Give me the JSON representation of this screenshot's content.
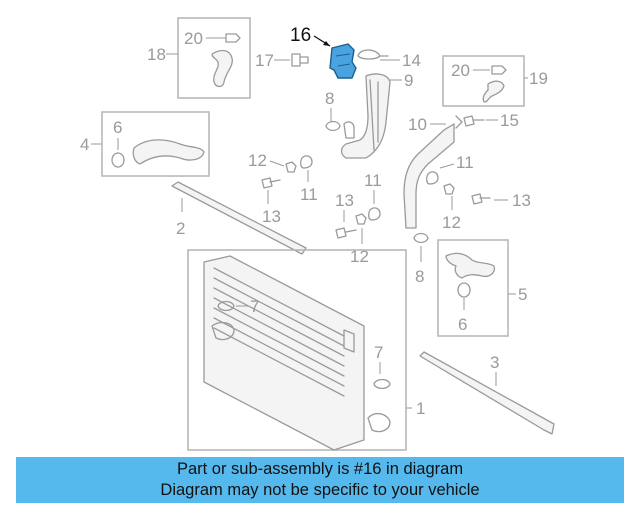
{
  "callouts": {
    "c1": "1",
    "c2": "2",
    "c3": "3",
    "c4": "4",
    "c5": "5",
    "c6a": "6",
    "c6b": "6",
    "c7a": "7",
    "c7b": "7",
    "c8a": "8",
    "c8b": "8",
    "c9": "9",
    "c10": "10",
    "c11a": "11",
    "c11b": "11",
    "c11c": "11",
    "c12a": "12",
    "c12b": "12",
    "c12c": "12",
    "c13a": "13",
    "c13b": "13",
    "c13c": "13",
    "c14": "14",
    "c15": "15",
    "c16": "16",
    "c17": "17",
    "c18": "18",
    "c19": "19",
    "c20a": "20",
    "c20b": "20"
  },
  "highlight_color": "#4aa3df",
  "banner_color": "#56b9ee",
  "caption": {
    "line1": "Part or sub-assembly is #16 in diagram",
    "line2": "Diagram may not be specific to your vehicle"
  }
}
